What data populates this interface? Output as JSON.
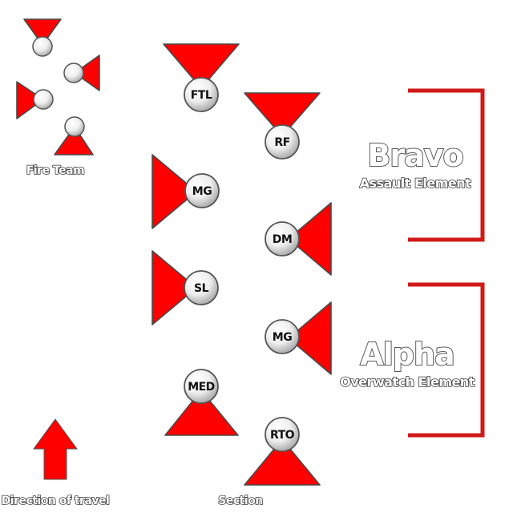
{
  "legend": {
    "fire_team_label": "Fire Team",
    "direction_label": "Direction of travel"
  },
  "section_label": "Section",
  "elements": {
    "bravo": {
      "title": "Bravo",
      "subtitle": "Assault Element"
    },
    "alpha": {
      "title": "Alpha",
      "subtitle": "Overwatch Element"
    }
  },
  "roles": {
    "ftl": "FTL",
    "rf": "RF",
    "mg1": "MG",
    "dm": "DM",
    "sl": "SL",
    "mg2": "MG",
    "med": "MED",
    "rto": "RTO"
  },
  "colors": {
    "fan_red": "#ff0000",
    "bracket_red": "#d01a1a"
  }
}
